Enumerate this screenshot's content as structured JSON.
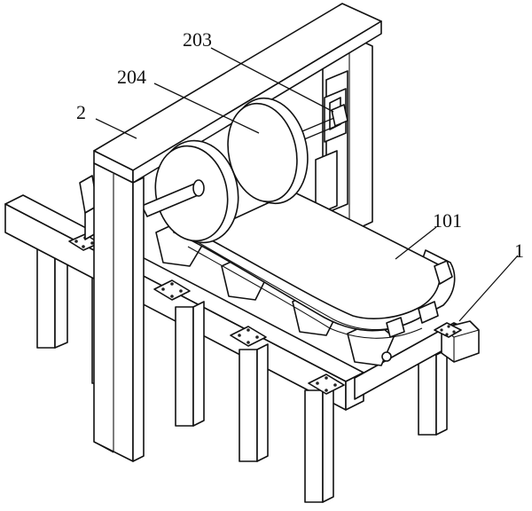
{
  "labels": {
    "frame": "2",
    "roller_rear": "203",
    "roller_front": "204",
    "cradle": "101",
    "base": "1"
  }
}
